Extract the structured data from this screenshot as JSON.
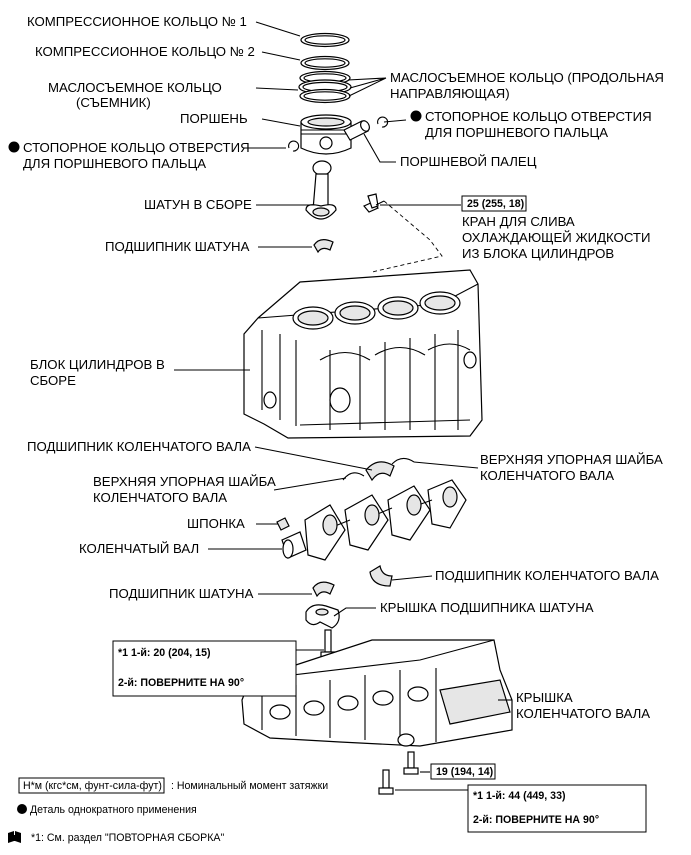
{
  "labels": {
    "ring1": "КОМПРЕССИОННОЕ КОЛЬЦО № 1",
    "ring2": "КОМПРЕССИОННОЕ КОЛЬЦО № 2",
    "oil_ring_l1": "МАСЛОСЪЕМНОЕ КОЛЬЦО",
    "oil_ring_l2": "(СЪЕМНИК)",
    "oil_rail_l1": "МАСЛОСЪЕМНОЕ КОЛЬЦО (ПРОДОЛЬНАЯ",
    "oil_rail_l2": "НАПРАВЛЯЮЩАЯ)",
    "piston": "ПОРШЕНЬ",
    "snap_right_l1": "СТОПОРНОЕ КОЛЬЦО ОТВЕРСТИЯ",
    "snap_right_l2": "ДЛЯ ПОРШНЕВОГО ПАЛЬЦА",
    "snap_left_l1": "СТОПОРНОЕ КОЛЬЦО ОТВЕРСТИЯ",
    "snap_left_l2": "ДЛЯ ПОРШНЕВОГО ПАЛЬЦА",
    "pin": "ПОРШНЕВОЙ ПАЛЕЦ",
    "rod": "ШАТУН В СБОРЕ",
    "rod_bearing_top": "ПОДШИПНИК ШАТУНА",
    "drain_torque": "25 (255, 18)",
    "drain_l1": "КРАН ДЛЯ СЛИВА",
    "drain_l2": "ОХЛАЖДАЮЩЕЙ ЖИДКОСТИ",
    "drain_l3": "ИЗ БЛОКА ЦИЛИНДРОВ",
    "block_l1": "БЛОК ЦИЛИНДРОВ В",
    "block_l2": "СБОРЕ",
    "main_bearing_upper": "ПОДШИПНИК КОЛЕНЧАТОГО ВАЛА",
    "thrust_left_l1": "ВЕРХНЯЯ УПОРНАЯ ШАЙБА",
    "thrust_left_l2": "КОЛЕНЧАТОГО ВАЛА",
    "thrust_right_l1": "ВЕРХНЯЯ УПОРНАЯ ШАЙБА",
    "thrust_right_l2": "КОЛЕНЧАТОГО ВАЛА",
    "key": "ШПОНКА",
    "crankshaft": "КОЛЕНЧАТЫЙ ВАЛ",
    "rod_bearing_bottom": "ПОДШИПНИК ШАТУНА",
    "main_bearing_lower": "ПОДШИПНИК КОЛЕНЧАТОГО ВАЛА",
    "rod_cap": "КРЫШКА ПОДШИПНИКА ШАТУНА",
    "box1_l1": "*1 1-й: 20 (204, 15)",
    "box1_l2": "2-й: ПОВЕРНИТЕ НА 90°",
    "cap_l1": "КРЫШКА",
    "cap_l2": "КОЛЕНЧАТОГО ВАЛА",
    "torque19": "19 (194, 14)",
    "box2_l1": "*1 1-й: 44 (449, 33)",
    "box2_l2": "2-й: ПОВЕРНИТЕ НА 90°"
  },
  "legend": {
    "unit_box": "Н*м (кгс*см, фунт-сила-фут)",
    "unit_text": ": Номинальный момент затяжки",
    "single_use": "Деталь однократного применения",
    "note": "*1: См. раздел \"ПОВТОРНАЯ СБОРКА\""
  },
  "icons": [
    "single-use-dot-icon",
    "reassembly-book-icon"
  ]
}
